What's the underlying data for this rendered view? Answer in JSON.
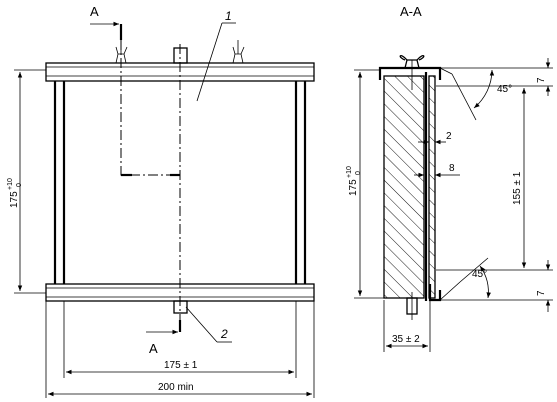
{
  "front_view": {
    "section_marker_top": "A",
    "section_marker_bottom": "A",
    "callout_1": "1",
    "callout_2": "2",
    "height_main": "175",
    "height_upper_tol": "+10",
    "height_lower_tol": "0",
    "width_inner": "175 ± 1",
    "width_min": "200 min"
  },
  "section_view": {
    "title": "A-A",
    "angle_top": "45°",
    "angle_bottom": "45°",
    "dim_2": "2",
    "dim_8": "8",
    "dim_155": "155 ± 1",
    "dim_7_top": "7",
    "dim_7_bottom": "7",
    "dim_35": "35 ± 2",
    "height_main": "175",
    "height_upper_tol": "+10",
    "height_lower_tol": "0"
  }
}
